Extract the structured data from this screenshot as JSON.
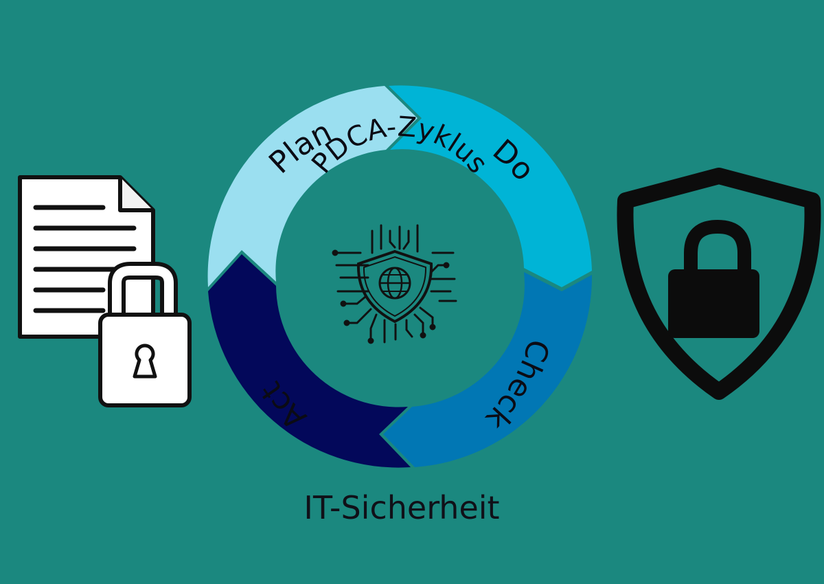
{
  "diagram": {
    "center_title": "PDCA-Zyklus",
    "caption": "IT-Sicherheit",
    "segments": [
      {
        "label": "Plan",
        "color": "#9bdff0"
      },
      {
        "label": "Do",
        "color": "#00b4d6"
      },
      {
        "label": "Check",
        "color": "#0177b4"
      },
      {
        "label": "Act",
        "color": "#03085a"
      }
    ],
    "icons": {
      "left": "document-with-padlock-icon",
      "center": "cyber-shield-globe-icon",
      "right": "shield-lock-icon"
    }
  }
}
